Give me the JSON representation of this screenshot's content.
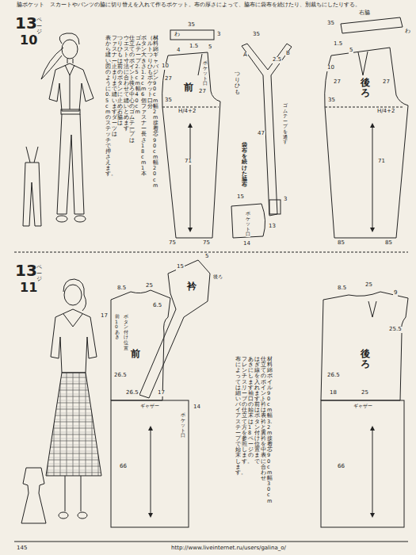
{
  "diagram": {
    "nodes": [
      {
        "text": [
          "前"
        ]
      },
      {
        "text": [
          "袋布を続けた脇布"
        ]
      },
      {
        "text": [
          "後ろ"
        ]
      },
      {
        "text": [
          "前"
        ]
      },
      {
        "text": [
          "衿"
        ]
      },
      {
        "text": [
          "後ろ"
        ]
      }
    ],
    "labels": [
      "脇ポケット　スカートやパンツの脇に切り替えを入れて作るポケット。布の厚さによって、脇布に袋布を続けたり、別裁ちにしたりする。",
      "13",
      "ページ",
      "10",
      "材料　綿ギャバジン　90cm幅2m　接着芯　90cm幅20cm",
      "（ベルト、つりひも、ポケット口分）",
      "ボタン　大きさ1.2cm6個　ファスナー　長さ18cm1本",
      "ゴムテープ　2.5cm幅40cm",
      "仕立てのポイント　後ろ中心のゴムテープは",
      "ウエスト寸法に合わせて縫いとめます。",
      "つりひもは前のボタンに止め、右脇は",
      "ファスナー止まりまで縫います。ダーツは",
      "表から縫い、図のように0.5cmのステッチで押さえます。",
      "35",
      "わ",
      "3",
      "1.5",
      "4",
      "5",
      "10",
      "27",
      "ポケット口",
      "27",
      "35",
      "H/4+2",
      "71",
      "75",
      "75",
      "つりひも",
      "35",
      "A",
      "B",
      "2.5",
      "47",
      "ゴムテープを通す",
      "3",
      "15",
      "ポケット口",
      "13",
      "14",
      "右脇",
      "35",
      "わ",
      "1.5",
      "5",
      "10",
      "27",
      "27",
      "35",
      "H/4+2",
      "71",
      "85",
      "85",
      "13",
      "ページ",
      "11",
      "材料　綿ボイル　90cm幅3.2m　接着芯　90cm幅30cm",
      "仕立てのポイント　衿は表衿と裏衿を中表に合わせ、",
      "はぎ線を入れます。前はボタン付け位置まで",
      "あきにします。袖口の始末は18ページの",
      "フレンチ・スリーブの仕立て方を参照します。",
      "布によっては、細いバイアステープで始末します。",
      "8.5",
      "25",
      "6.5",
      "17",
      "前10あき",
      "ボタン付け位置",
      "26.5",
      "26.5",
      "17",
      "ギャザー",
      "14",
      "ポケット口",
      "66",
      "15",
      "5",
      "後ろ",
      "8.5",
      "25",
      "9",
      "25.5",
      "26.5",
      "18",
      "25",
      "ギャザー",
      "66",
      "145",
      "http://www.liveinternet.ru/users/galina_o/"
    ]
  }
}
